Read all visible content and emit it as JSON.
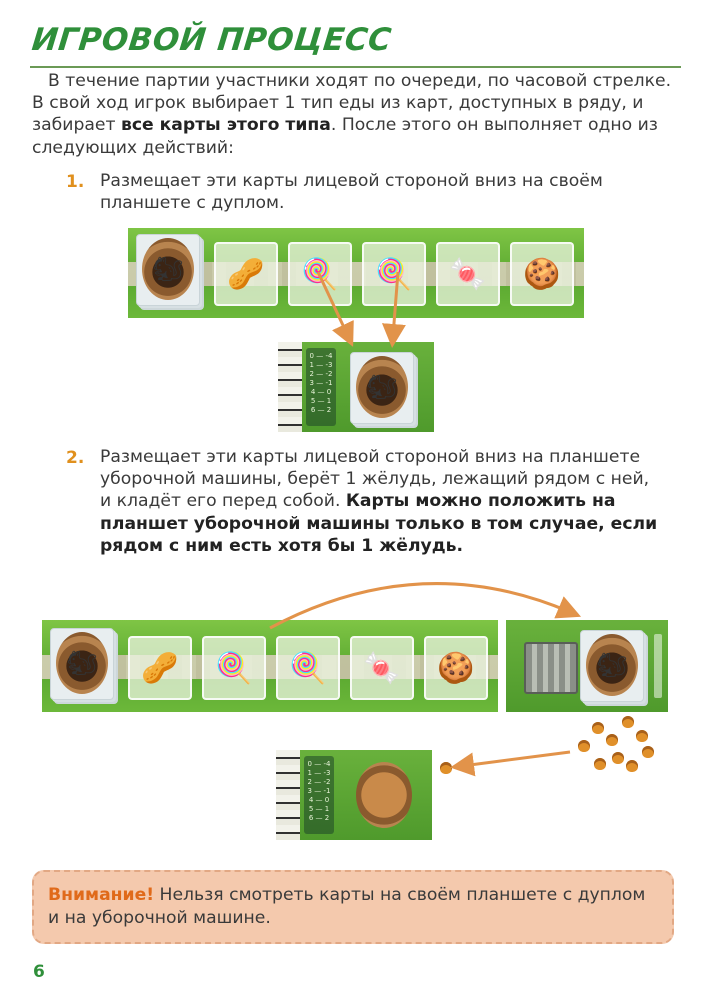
{
  "heading": "ИГРОВОЙ ПРОЦЕСС",
  "intro": {
    "part1": "В течение партии участники ходят по очереди, по часовой стрелке. В свой ход игрок выбирает 1 тип еды из карт, доступных в ряду, и забирает ",
    "bold": "все карты этого типа",
    "part2": ". После этого он выполняет одно из следующих действий:"
  },
  "steps": [
    {
      "number": "1.",
      "text": "Размещает эти карты лицевой стороной вниз на своём планшете с дуплом."
    },
    {
      "number": "2.",
      "text": "Размещает эти карты лицевой стороной вниз на планшете уборочной машины, берёт 1 жёлудь, лежащий рядом с ней, и кладёт его перед собой. ",
      "bold": "Карты можно положить на планшет уборочной машины только в том случае, если рядом с ним есть хотя бы 1 жёлудь."
    }
  ],
  "board_scores": [
    "0 — -4",
    "1 — -3",
    "2 — -2",
    "3 — -1",
    "4 — 0",
    "5 — 1",
    "6 — 2"
  ],
  "notice": {
    "label": "Внимание!",
    "text": " Нельзя смотреть карты на своём планшете с дуплом и на уборочной машине."
  },
  "page_number": "6",
  "icons": [
    "squirrel-icon",
    "peanut-icon",
    "ice-cream-icon",
    "candy-icon",
    "cookie-icon",
    "acorn-icon"
  ],
  "colors": {
    "heading": "#2f8f3a",
    "step_number": "#e0901e",
    "arrow": "#e2934a",
    "notice_bg": "#f4c9ad",
    "warn": "#e06a1a"
  }
}
